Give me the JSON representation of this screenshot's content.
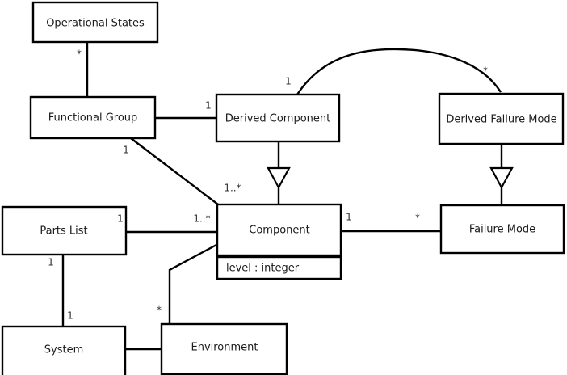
{
  "diagram": {
    "type": "uml-class-diagram",
    "background_color": "#ffffff",
    "line_color": "#000000",
    "text_color": "#1a1a1a",
    "classes": [
      {
        "id": "operational-states",
        "name": "Operational States",
        "attributes": []
      },
      {
        "id": "functional-group",
        "name": "Functional Group",
        "attributes": []
      },
      {
        "id": "derived-component",
        "name": "Derived Component",
        "attributes": []
      },
      {
        "id": "derived-failure-mode",
        "name": "Derived Failure Mode",
        "attributes": []
      },
      {
        "id": "parts-list",
        "name": "Parts List",
        "attributes": []
      },
      {
        "id": "component",
        "name": "Component",
        "attributes": [
          "level : integer"
        ]
      },
      {
        "id": "failure-mode",
        "name": "Failure Mode",
        "attributes": []
      },
      {
        "id": "system",
        "name": "System",
        "attributes": []
      },
      {
        "id": "environment",
        "name": "Environment",
        "attributes": []
      }
    ],
    "relationships": [
      {
        "id": "opstates-functionalgroup",
        "kind": "association",
        "from": "operational-states",
        "to": "functional-group",
        "from_multiplicity": "*",
        "to_multiplicity": ""
      },
      {
        "id": "functionalgroup-derivedcomponent",
        "kind": "association",
        "from": "functional-group",
        "to": "derived-component",
        "from_multiplicity": "",
        "to_multiplicity": "1"
      },
      {
        "id": "derivedcomponent-derivedfailuremode",
        "kind": "association",
        "from": "derived-component",
        "to": "derived-failure-mode",
        "from_multiplicity": "1",
        "to_multiplicity": "*"
      },
      {
        "id": "derivedcomponent-component",
        "kind": "generalization",
        "from": "derived-component",
        "to": "component",
        "from_multiplicity": "",
        "to_multiplicity": ""
      },
      {
        "id": "derivedfailuremode-failuremode",
        "kind": "generalization",
        "from": "derived-failure-mode",
        "to": "failure-mode",
        "from_multiplicity": "",
        "to_multiplicity": ""
      },
      {
        "id": "functionalgroup-component",
        "kind": "association",
        "from": "functional-group",
        "to": "component",
        "from_multiplicity": "1",
        "to_multiplicity": "1..*"
      },
      {
        "id": "partslist-component",
        "kind": "association",
        "from": "parts-list",
        "to": "component",
        "from_multiplicity": "1",
        "to_multiplicity": "1..*"
      },
      {
        "id": "component-failuremode",
        "kind": "association",
        "from": "component",
        "to": "failure-mode",
        "from_multiplicity": "1",
        "to_multiplicity": "*"
      },
      {
        "id": "partslist-system",
        "kind": "association",
        "from": "parts-list",
        "to": "system",
        "from_multiplicity": "1",
        "to_multiplicity": "1"
      },
      {
        "id": "component-environment",
        "kind": "association",
        "from": "component",
        "to": "environment",
        "from_multiplicity": "",
        "to_multiplicity": "*"
      },
      {
        "id": "system-environment",
        "kind": "association",
        "from": "system",
        "to": "environment",
        "from_multiplicity": "",
        "to_multiplicity": ""
      }
    ],
    "multiplicity_labels": [
      {
        "id": "mult-opstates",
        "text": "*"
      },
      {
        "id": "mult-fg-dc",
        "text": "1"
      },
      {
        "id": "mult-dc-curve",
        "text": "1"
      },
      {
        "id": "mult-dfm-curve",
        "text": "*"
      },
      {
        "id": "mult-fg-comp-near-fg",
        "text": "1"
      },
      {
        "id": "mult-fg-comp-near-comp",
        "text": "1..*"
      },
      {
        "id": "mult-pl-comp-near-pl",
        "text": "1"
      },
      {
        "id": "mult-pl-comp-near-comp",
        "text": "1..*"
      },
      {
        "id": "mult-comp-fm-near-comp",
        "text": "1"
      },
      {
        "id": "mult-comp-fm-near-fm",
        "text": "*"
      },
      {
        "id": "mult-pl-sys-near-pl",
        "text": "1"
      },
      {
        "id": "mult-pl-sys-near-sys",
        "text": "1"
      },
      {
        "id": "mult-comp-env",
        "text": "*"
      }
    ]
  }
}
